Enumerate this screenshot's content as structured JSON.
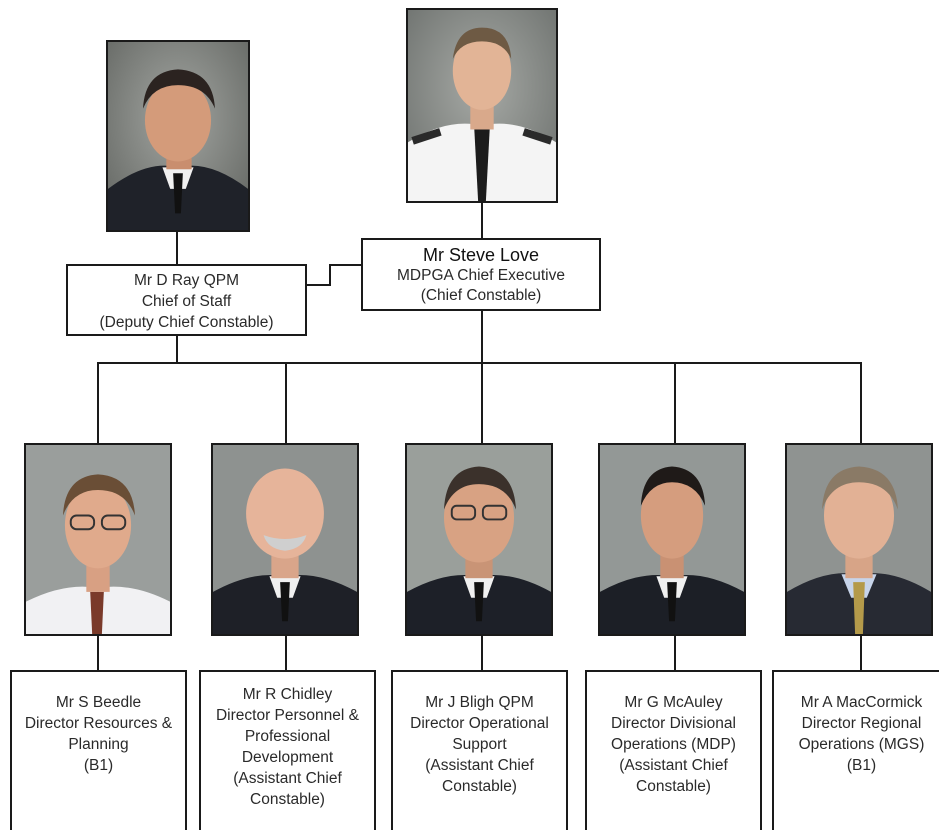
{
  "top": {
    "name": "Mr Steve Love",
    "title_lines": [
      "MDPGA Chief Executive",
      "(Chief Constable)"
    ]
  },
  "deputy": {
    "name": "Mr D Ray QPM",
    "title_lines": [
      "Chief of Staff",
      "(Deputy Chief Constable)"
    ]
  },
  "directors": [
    {
      "name": "Mr S Beedle",
      "title_lines": [
        "Director Resources &",
        "Planning",
        "(B1)"
      ]
    },
    {
      "name": "Mr R Chidley",
      "title_lines": [
        "Director Personnel &",
        "Professional",
        "Development",
        "(Assistant Chief",
        "Constable)"
      ]
    },
    {
      "name": "Mr J Bligh QPM",
      "title_lines": [
        "Director Operational",
        "Support",
        "(Assistant Chief",
        "Constable)"
      ]
    },
    {
      "name": "Mr G McAuley",
      "title_lines": [
        "Director Divisional",
        "Operations (MDP)",
        "(Assistant Chief",
        "Constable)"
      ]
    },
    {
      "name": "Mr A MacCormick",
      "title_lines": [
        "Director Regional",
        "Operations (MGS)",
        "(B1)"
      ]
    }
  ],
  "colors": {
    "line": "#1a1a1a",
    "photo_bg": "#8a8f8c",
    "uniform": "#1c1f26",
    "shirt_white": "#f2f2f2"
  }
}
